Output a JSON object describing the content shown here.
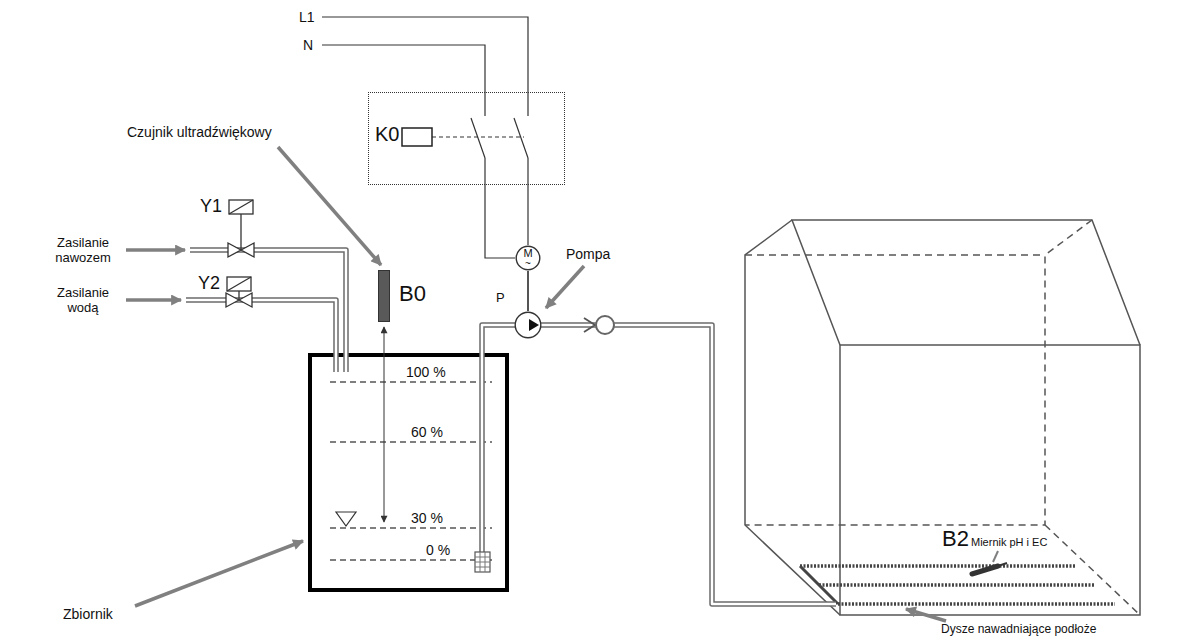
{
  "diagram": {
    "nodes": [
      {
        "text": [
          "K0"
        ]
      },
      {
        "text": [
          "M",
          "~"
        ]
      },
      {
        "text": [
          "B0"
        ]
      },
      {
        "text": [
          "P"
        ]
      }
    ],
    "edges": [
      {
        "from": 0,
        "to": 1,
        "arrow": "none"
      },
      {
        "from": 0,
        "to": 1,
        "arrow": "none"
      },
      {
        "from": 1,
        "to": 3,
        "arrow": "none"
      }
    ],
    "labels": [
      "L1",
      "N",
      "Czujnik ultradźwiękowy",
      "Y1",
      "Zasilanie nawozem",
      "Y2",
      "Zasilanie wodą",
      "Pompa",
      "100 %",
      "60 %",
      "30 %",
      "0 %",
      "Zbiornik",
      "B2",
      "Miernik pH i EC",
      "Dysze nawadniające podłoże"
    ]
  }
}
